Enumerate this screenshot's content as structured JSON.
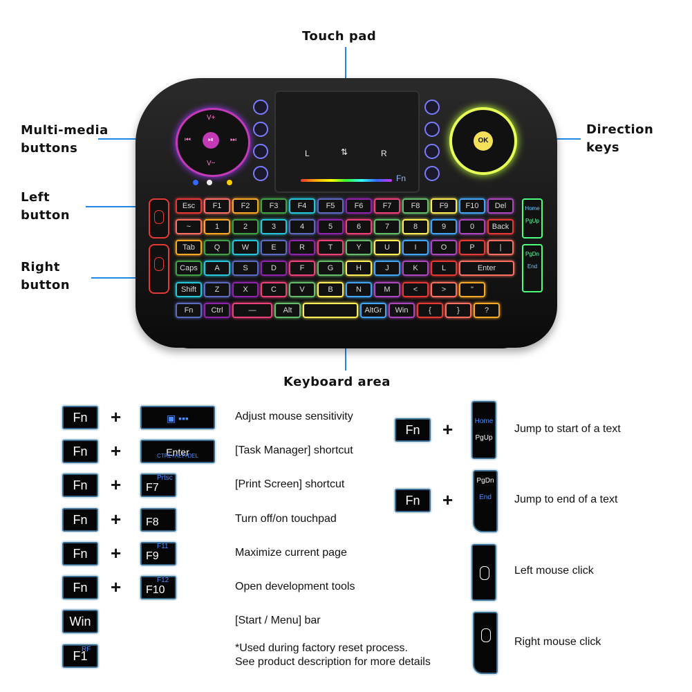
{
  "callouts": {
    "touch_pad": "Touch pad",
    "multimedia": [
      "Multi-media",
      "buttons"
    ],
    "direction": [
      "Direction",
      "keys"
    ],
    "left_button": [
      "Left",
      "button"
    ],
    "right_button": [
      "Right",
      "button"
    ],
    "keyboard_area": "Keyboard area"
  },
  "device": {
    "dpad_left": [
      "V+",
      "V−"
    ],
    "ok": "OK",
    "touchpad_l": "L",
    "touchpad_r": "R",
    "touchpad_fn": "Fn",
    "keys": {
      "row1": [
        "Esc",
        "F1",
        "F2",
        "F3",
        "F4",
        "F5",
        "F6",
        "F7",
        "F8",
        "F9",
        "F10",
        "Del"
      ],
      "row2": [
        "~",
        "1",
        "2",
        "3",
        "4",
        "5",
        "6",
        "7",
        "8",
        "9",
        "0",
        "Back"
      ],
      "row3": [
        "Tab",
        "Q",
        "W",
        "E",
        "R",
        "T",
        "Y",
        "U",
        "I",
        "O",
        "P",
        "|"
      ],
      "row4": [
        "Caps",
        "A",
        "S",
        "D",
        "F",
        "G",
        "H",
        "J",
        "K",
        "L",
        "Enter"
      ],
      "row5": [
        "Shift",
        "Z",
        "X",
        "C",
        "V",
        "B",
        "N",
        "M",
        "<",
        ">",
        "\""
      ],
      "row6": [
        "Fn",
        "Ctrl",
        "—",
        "Alt",
        "",
        "AltGr",
        "Win",
        "{",
        "}",
        "?"
      ],
      "side": [
        "Home",
        "PgUp",
        "PgDn",
        "End"
      ]
    }
  },
  "legend_left": [
    {
      "key": "Fn",
      "combo": "",
      "desc": "Adjust mouse sensitivity"
    },
    {
      "key": "Fn",
      "combo": "Enter",
      "combo_sub": "CTRL+ALT+DEL",
      "desc": "[Task Manager] shortcut"
    },
    {
      "key": "Fn",
      "combo": "F7",
      "combo_sup": "Prtsc",
      "desc": "[Print Screen] shortcut"
    },
    {
      "key": "Fn",
      "combo": "F8",
      "combo_sup": "",
      "desc": "Turn off/on touchpad"
    },
    {
      "key": "Fn",
      "combo": "F9",
      "combo_sup": "F11",
      "desc": "Maximize current page"
    },
    {
      "key": "Fn",
      "combo": "F10",
      "combo_sup": "F12",
      "desc": "Open development tools"
    },
    {
      "key": "Win",
      "desc": "[Start / Menu] bar"
    },
    {
      "key": "F1",
      "key_sup": "RF",
      "desc": [
        "*Used during factory reset process.",
        "See product description for more details"
      ]
    }
  ],
  "plus": "+",
  "legend_right": [
    {
      "key": "Fn",
      "tall_top": "Home",
      "tall_bottom": "PgUp",
      "desc": "Jump to start of a text"
    },
    {
      "key": "Fn",
      "tall_top": "PgDn",
      "tall_bottom": "End",
      "desc": "Jump to end of a text"
    },
    {
      "desc": "Left mouse click"
    },
    {
      "desc": "Right mouse click"
    }
  ]
}
